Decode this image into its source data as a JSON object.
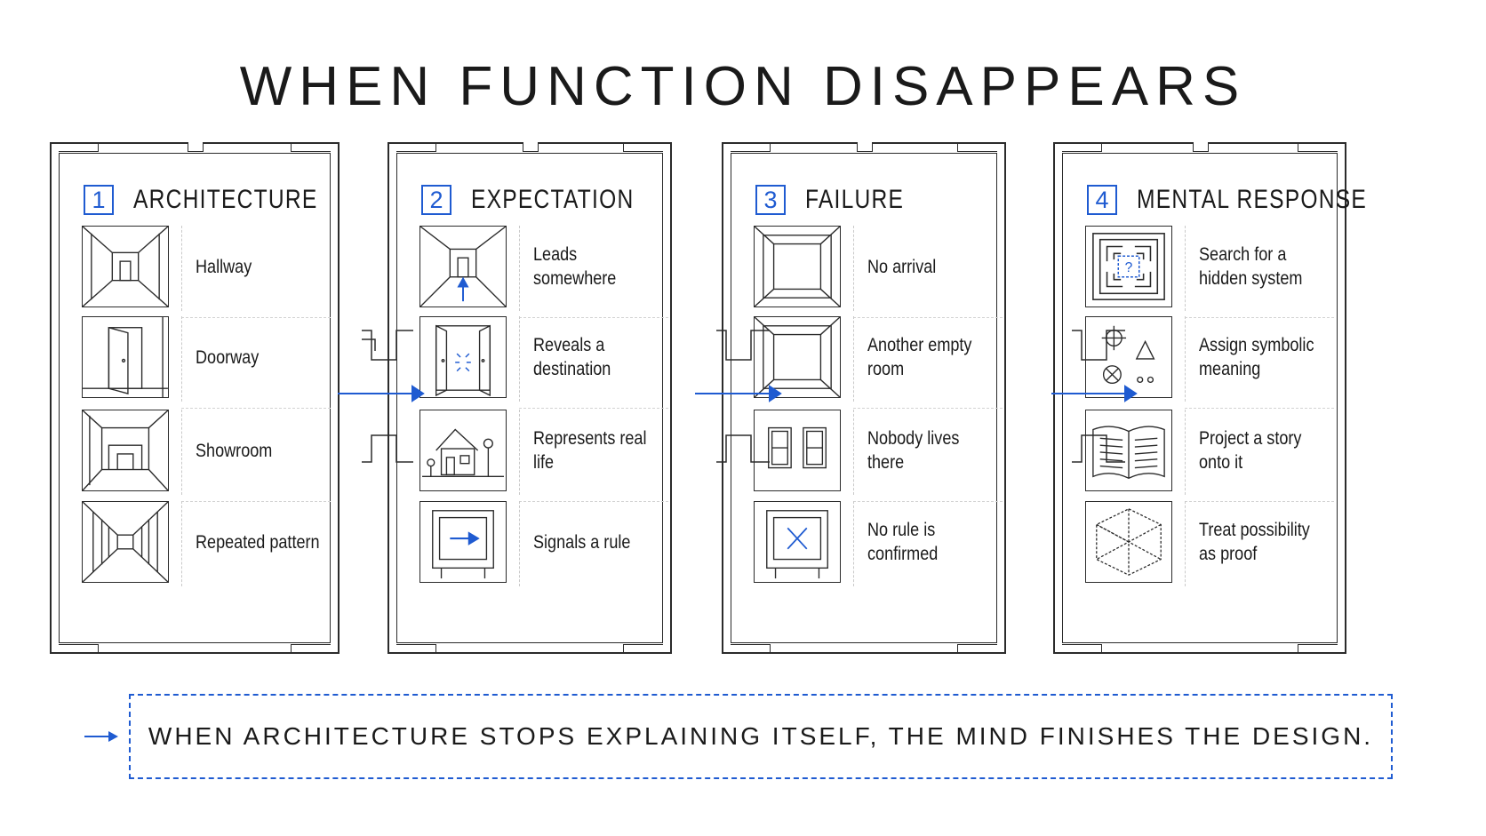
{
  "title": "WHEN FUNCTION DISAPPEARS",
  "accent_color": "#1f5bd1",
  "panels": [
    {
      "number": "1",
      "title": "ARCHITECTURE",
      "items": [
        {
          "icon": "hallway-icon",
          "label": "Hallway"
        },
        {
          "icon": "doorway-icon",
          "label": "Doorway"
        },
        {
          "icon": "showroom-icon",
          "label": "Showroom"
        },
        {
          "icon": "repeated-pattern-icon",
          "label": "Repeated pattern"
        }
      ]
    },
    {
      "number": "2",
      "title": "EXPECTATION",
      "items": [
        {
          "icon": "hallway-arrow-icon",
          "label": "Leads somewhere"
        },
        {
          "icon": "open-doors-icon",
          "label": "Reveals a destination"
        },
        {
          "icon": "house-icon",
          "label": "Represents real life"
        },
        {
          "icon": "sign-arrow-icon",
          "label": "Signals a rule"
        }
      ]
    },
    {
      "number": "3",
      "title": "FAILURE",
      "items": [
        {
          "icon": "empty-room-icon",
          "label": "No arrival"
        },
        {
          "icon": "empty-room-icon",
          "label": "Another empty room"
        },
        {
          "icon": "windows-icon",
          "label": "Nobody lives there"
        },
        {
          "icon": "sign-x-icon",
          "label": "No rule is confirmed"
        }
      ]
    },
    {
      "number": "4",
      "title": "MENTAL RESPONSE",
      "items": [
        {
          "icon": "maze-question-icon",
          "label": "Search for a hidden system"
        },
        {
          "icon": "symbols-icon",
          "label": "Assign symbolic meaning"
        },
        {
          "icon": "open-book-icon",
          "label": "Project a story onto it"
        },
        {
          "icon": "dashed-cube-icon",
          "label": "Treat possibility as proof"
        }
      ]
    }
  ],
  "banner": {
    "text": "WHEN ARCHITECTURE STOPS EXPLAINING ITSELF, THE MIND FINISHES THE DESIGN."
  }
}
